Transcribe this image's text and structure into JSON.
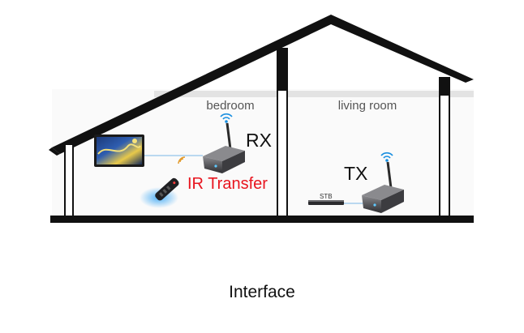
{
  "rooms": {
    "bedroom": "bedroom",
    "living_room": "living room"
  },
  "devices": {
    "receiver_label": "RX",
    "transmitter_label": "TX",
    "stb_label": "STB"
  },
  "signal_label": "IR Transfer",
  "caption": "Interface",
  "colors": {
    "house_outline": "#111111",
    "ceiling": "#e3e3e3",
    "signal_text": "#e8141e",
    "wifi_icon": "#1a8fe0",
    "device_body": "#5a5a5e",
    "room_label": "#555555"
  },
  "icons": [
    "wifi-icon",
    "tv-screen",
    "remote-control",
    "receiver-box",
    "transmitter-box",
    "set-top-box"
  ]
}
